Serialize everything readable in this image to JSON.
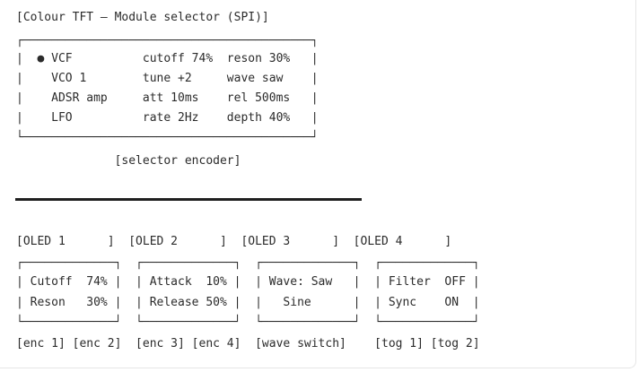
{
  "tft": {
    "title": "[Colour TFT — Module selector (SPI)]",
    "box_top": "┌─────────────────────────────────────────┐",
    "rows": [
      "|  ● VCF          cutoff 74%  reson 30%   |",
      "|    VCO 1        tune +2     wave saw    |",
      "|    ADSR amp     att 10ms    rel 500ms   |",
      "|    LFO          rate 2Hz    depth 40%   |"
    ],
    "box_bottom": "└─────────────────────────────────────────┘",
    "encoder_label": "              [selector encoder]"
  },
  "oled": {
    "headers": "[OLED 1      ]  [OLED 2      ]  [OLED 3      ]  [OLED 4      ]",
    "box_tops": "┌─────────────┐  ┌─────────────┐  ┌─────────────┐  ┌─────────────┐",
    "row1": "| Cutoff  74% |  | Attack  10% |  | Wave: Saw   |  | Filter  OFF |",
    "row2": "| Reson   30% |  | Release 50% |  |   Sine      |  | Sync    ON  |",
    "box_bottoms": "└─────────────┘  └─────────────┘  └─────────────┘  └─────────────┘",
    "controls": "[enc 1] [enc 2]  [enc 3] [enc 4]  [wave switch]    [tog 1] [tog 2]"
  }
}
